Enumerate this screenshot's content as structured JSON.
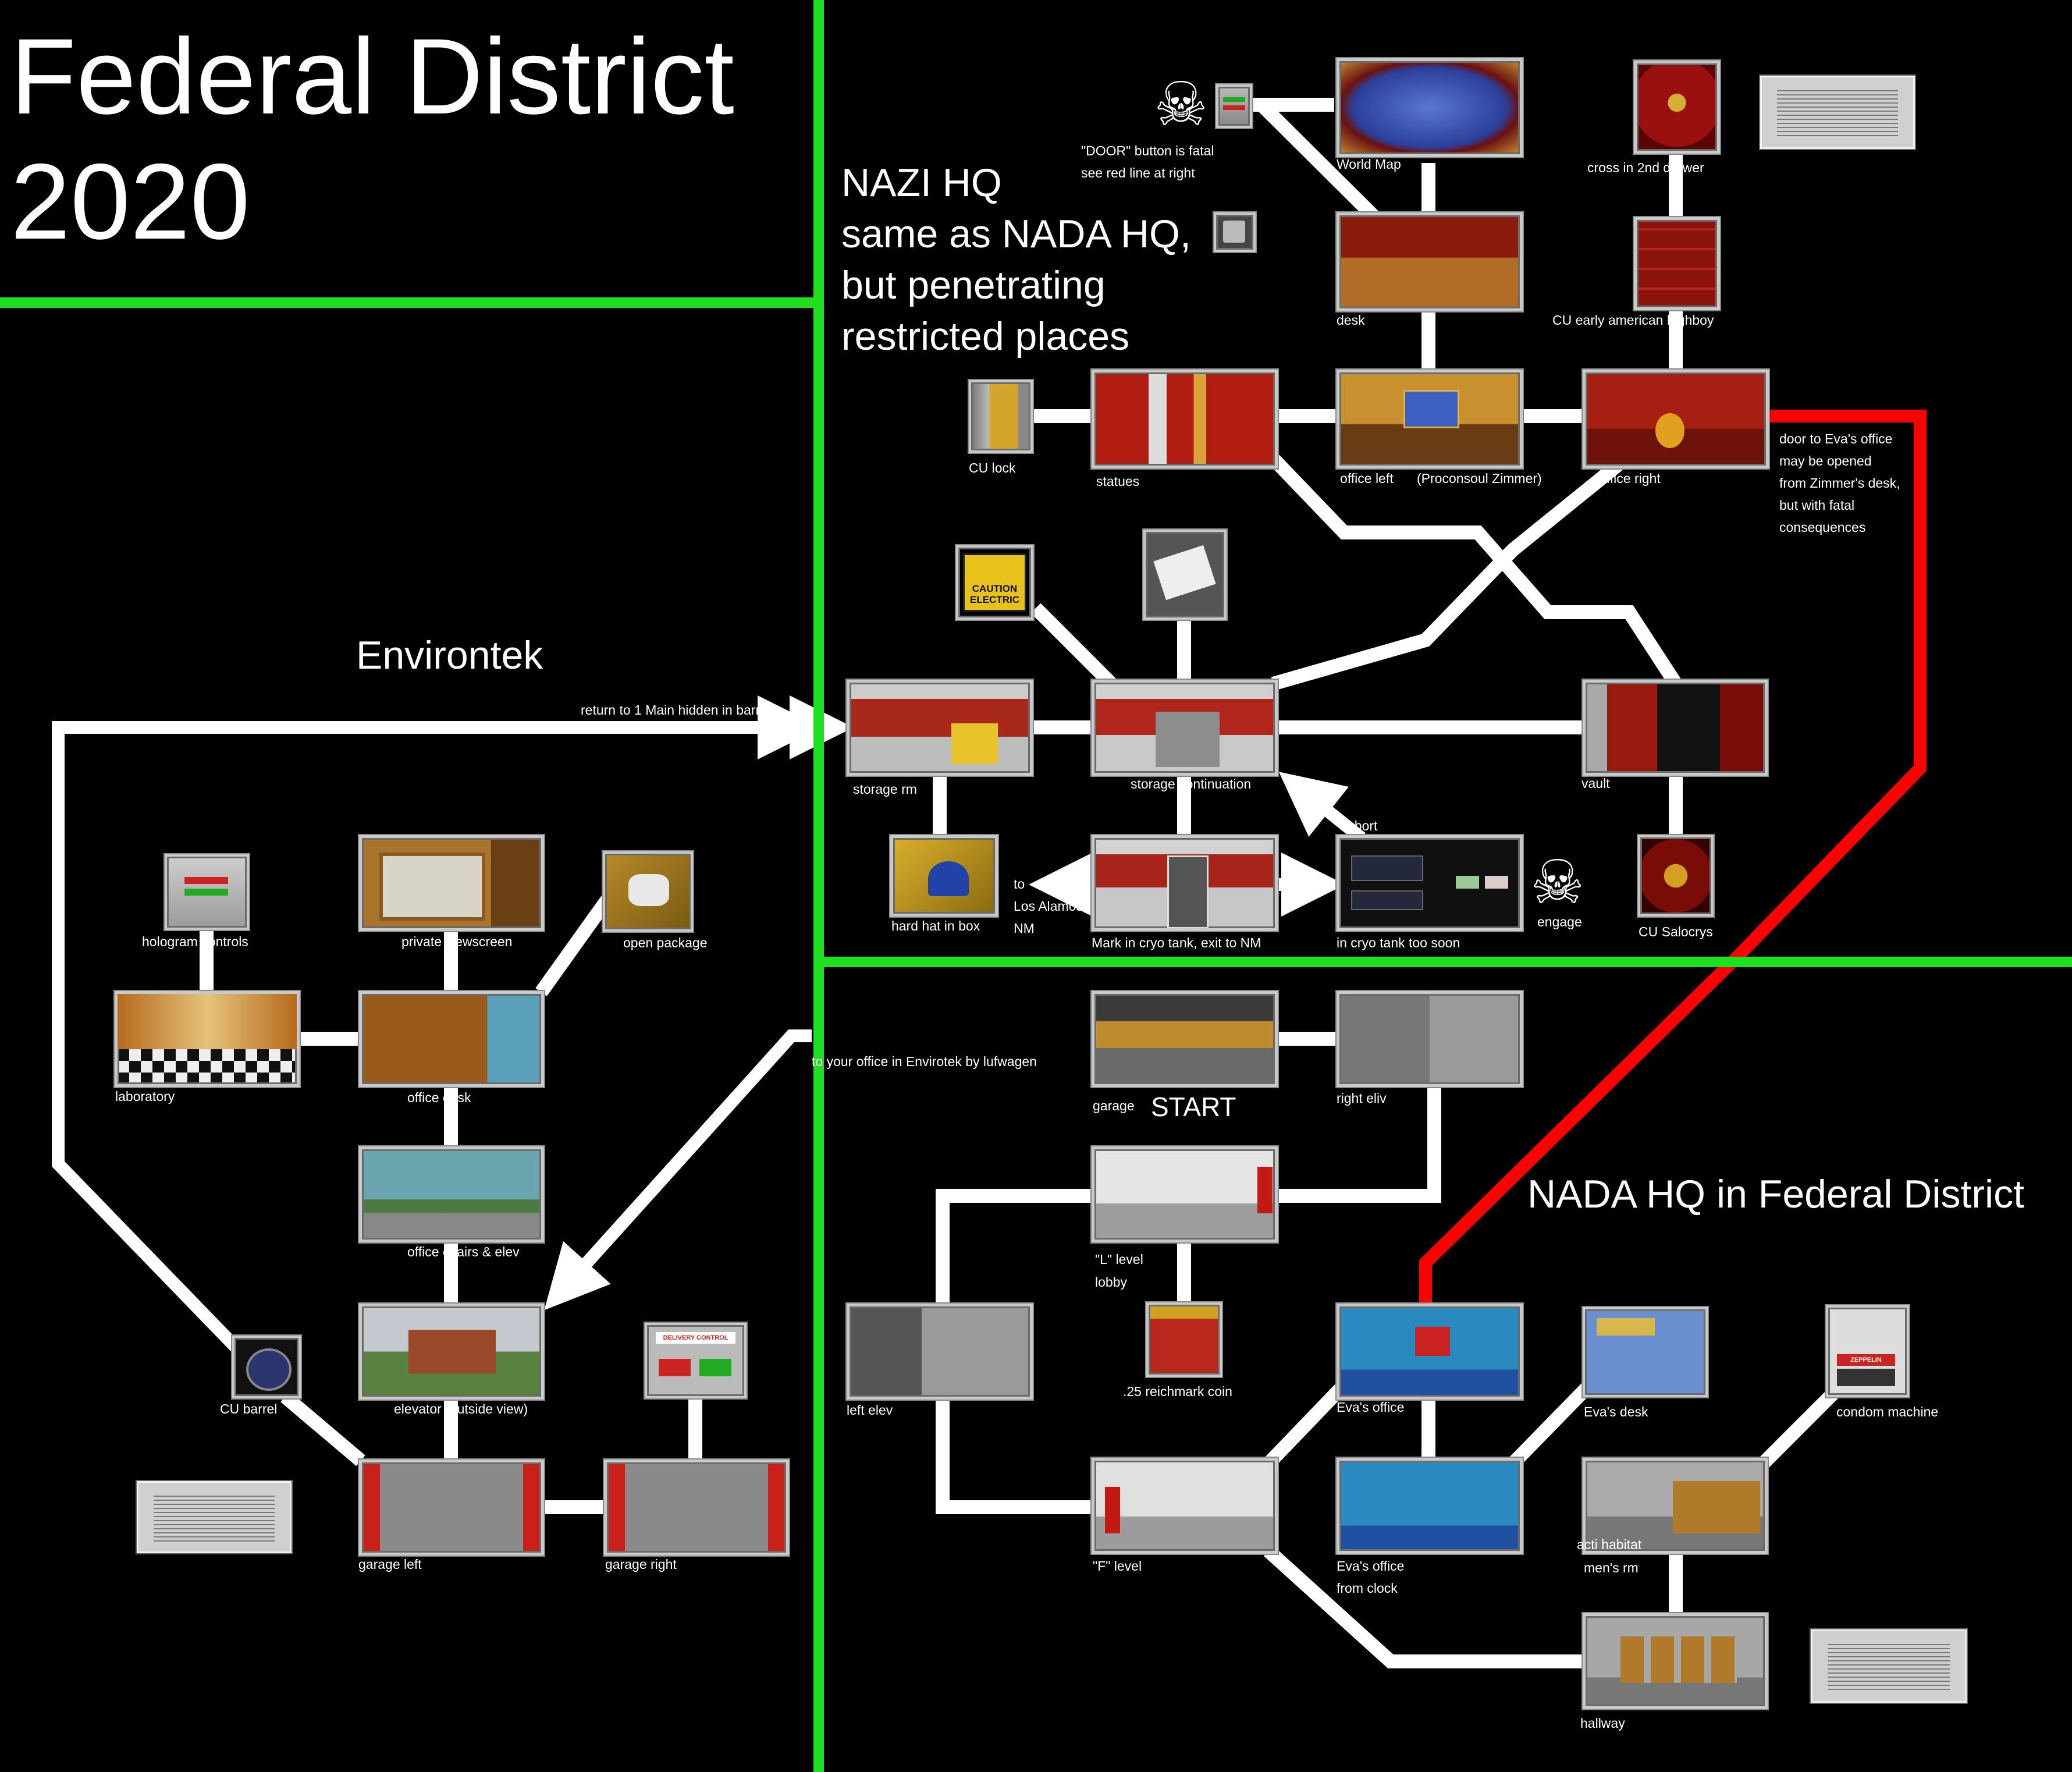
{
  "title": {
    "line1": "Federal District",
    "line2": "2020"
  },
  "sections": {
    "nazi_hq": {
      "line1": "NAZI HQ",
      "line2": "same as NADA HQ,",
      "line3": "but penetrating",
      "line4": "restricted places"
    },
    "environtek": "Environtek",
    "nada_hq": "NADA HQ in Federal District"
  },
  "start_label": "START",
  "colors": {
    "background": "#000000",
    "divider": "#1fe01f",
    "path": "#ffffff",
    "fatal_path": "#ff0000"
  },
  "notes": {
    "door_fatal": {
      "line1": "\"DOOR\" button is fatal",
      "line2": "see red line at right"
    },
    "eva_door": {
      "line1": "door to Eva's office",
      "line2": "may be opened",
      "line3": "from Zimmer's desk,",
      "line4": "but with fatal",
      "line5": "consequences"
    },
    "return_barrel": "return to 1 Main hidden in barrel",
    "to_office": "to your office in Envirotek by lufwagen",
    "los_alamos": {
      "line1": "to",
      "line2": "Los Alamos",
      "line3": "NM"
    },
    "abort": "abort",
    "engage": "engage"
  },
  "rooms": {
    "world_map": "World Map",
    "cross_drawer": "cross in 2nd      drawer",
    "desk": "desk",
    "cu_highboy": "CU early american      highboy",
    "cu_lock": "CU lock",
    "statues": "statues",
    "office_left": "office left",
    "proconsoul": "(Proconsoul Zimmer)",
    "office_right": "office right",
    "storage_rm": "storage rm",
    "storage_cont": "storage      continuation",
    "vault": "vault",
    "hard_hat": "hard hat in box",
    "mark_cryo": "Mark in cryo tank, exit to NM",
    "cryo_soon": "in cryo tank too soon",
    "cu_salocrys": "CU Salocrys",
    "hologram": "hologram      controls",
    "private_view": "private      viewscreen",
    "open_package": "open package",
    "laboratory": "laboratory",
    "office_desk": "office      desk",
    "office_chairs": "office      chairs & elev",
    "cu_barrel": "CU barrel",
    "elevator_out": "elevator      (outside view)",
    "garage_left": "garage left",
    "garage_right": "garage right",
    "garage": "garage",
    "right_eliv": "right eliv",
    "l_level_1": "\"L\" level",
    "l_level_2": "lobby",
    "reichmark": ".25 reichmark coin",
    "left_elev": "left elev",
    "evas_office": "Eva's office",
    "evas_desk": "Eva's desk",
    "condom": "condom machine",
    "f_level": "\"F\" level",
    "eva_clock_1": "Eva's office",
    "eva_clock_2": "from clock",
    "acti_habitat": "acti habitat",
    "mens_rm": "men's rm",
    "hallway": "hallway"
  },
  "sign_text": {
    "caution": "CAUTION",
    "electric": "ELECTRIC",
    "delivery_control": "DELIVERY CONTROL",
    "zeppelin": "ZEPPELIN"
  },
  "icons": [
    "skull-icon",
    "caution-electric-sign",
    "door-button-panel",
    "lock-icon",
    "barrel-icon",
    "swastika-banner"
  ]
}
